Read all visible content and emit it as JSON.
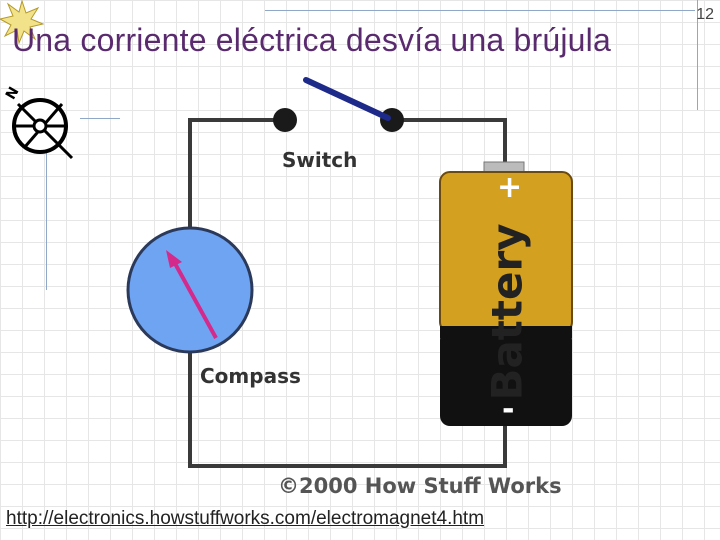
{
  "slide": {
    "title": "Una corriente eléctrica desvía una brújula",
    "number": "12",
    "url": "http://electronics.howstuffworks.com/electromagnet4.htm"
  },
  "diagram": {
    "switch_label": "Switch",
    "compass_label": "Compass",
    "battery_label": "Battery",
    "battery_plus": "+",
    "battery_minus": "-",
    "copyright": "©2000 How Stuff Works"
  },
  "logo": {
    "letter": "N"
  },
  "colors": {
    "title": "#5a2a6e",
    "battery_gold": "#d4a020",
    "battery_black": "#111111",
    "compass_fill": "#6fa4f2",
    "needle": "#d42a8c",
    "switch_lever": "#1e2a8a",
    "wire": "#3a3a3a"
  },
  "icons": [
    "star-icon",
    "compass-logo-icon",
    "compass-needle-icon"
  ]
}
